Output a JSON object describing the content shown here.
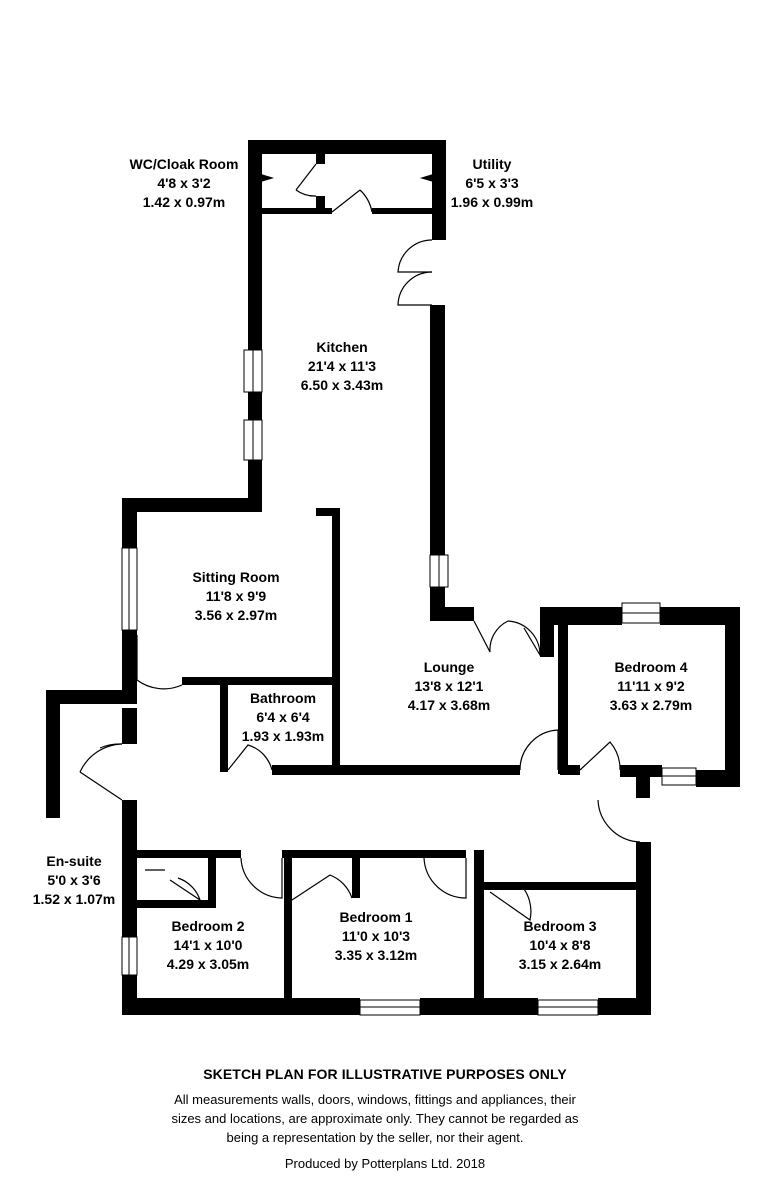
{
  "rooms": [
    {
      "name": "WC/Cloak Room",
      "imperial": "4'8 x 3'2",
      "metric": "1.42 x 0.97m"
    },
    {
      "name": "Utility",
      "imperial": "6'5 x 3'3",
      "metric": "1.96 x 0.99m"
    },
    {
      "name": "Kitchen",
      "imperial": "21'4 x 11'3",
      "metric": "6.50 x 3.43m"
    },
    {
      "name": "Sitting Room",
      "imperial": "11'8 x 9'9",
      "metric": "3.56 x 2.97m"
    },
    {
      "name": "Bathroom",
      "imperial": "6'4 x 6'4",
      "metric": "1.93 x 1.93m"
    },
    {
      "name": "Lounge",
      "imperial": "13'8 x 12'1",
      "metric": "4.17 x 3.68m"
    },
    {
      "name": "Bedroom 4",
      "imperial": "11'11 x 9'2",
      "metric": "3.63 x 2.79m"
    },
    {
      "name": "En-suite",
      "imperial": "5'0 x 3'6",
      "metric": "1.52 x 1.07m"
    },
    {
      "name": "Bedroom 2",
      "imperial": "14'1 x 10'0",
      "metric": "4.29 x 3.05m"
    },
    {
      "name": "Bedroom 1",
      "imperial": "11'0 x 10'3",
      "metric": "3.35 x 3.12m"
    },
    {
      "name": "Bedroom 3",
      "imperial": "10'4 x 8'8",
      "metric": "3.15 x 2.64m"
    }
  ],
  "footer": {
    "title": "SKETCH PLAN FOR ILLUSTRATIVE PURPOSES ONLY",
    "note": "All measurements walls, doors, windows, fittings and appliances, their sizes and locations, are approximate only. They cannot be regarded as being a representation by the seller, nor their agent.",
    "credit": "Produced by Potterplans Ltd. 2018"
  },
  "colors": {
    "wall": "#000000",
    "background": "#ffffff"
  }
}
